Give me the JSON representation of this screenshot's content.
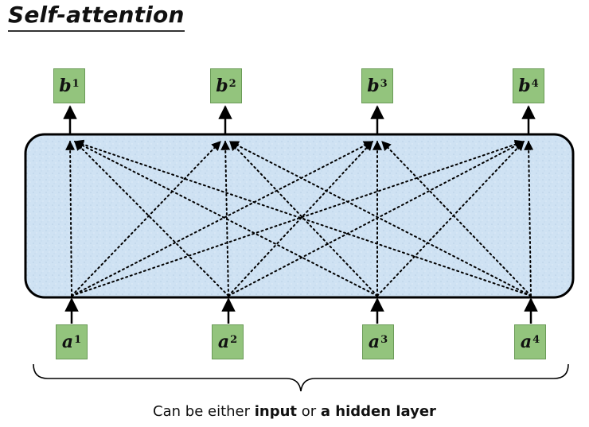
{
  "title": "Self-attention",
  "outputs": [
    {
      "base": "b",
      "sup": "1"
    },
    {
      "base": "b",
      "sup": "2"
    },
    {
      "base": "b",
      "sup": "3"
    },
    {
      "base": "b",
      "sup": "4"
    }
  ],
  "inputs": [
    {
      "base": "a",
      "sup": "1"
    },
    {
      "base": "a",
      "sup": "2"
    },
    {
      "base": "a",
      "sup": "3"
    },
    {
      "base": "a",
      "sup": "4"
    }
  ],
  "caption": {
    "prefix": "Can be either ",
    "bold1": "input",
    "middle": " or ",
    "bold2": "a hidden layer"
  },
  "colors": {
    "node_fill": "#93c47d",
    "layer_fill": "#cfe2f3"
  }
}
